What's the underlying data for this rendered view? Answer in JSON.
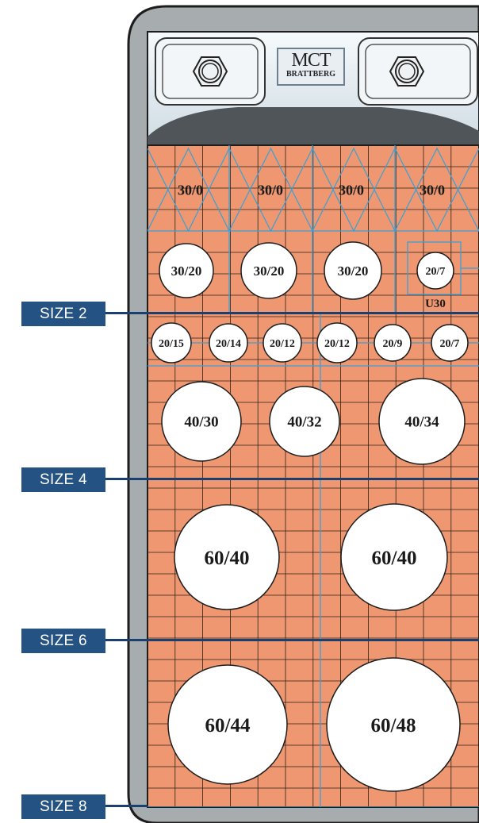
{
  "brand": {
    "name": "MCT",
    "subname": "BRATTBERG"
  },
  "size_labels": [
    "SIZE 2",
    "SIZE 4",
    "SIZE 6",
    "SIZE 8"
  ],
  "rows": [
    {
      "openings": [
        "30/0",
        "30/0",
        "30/0",
        "30/0"
      ]
    },
    {
      "openings": [
        "30/20",
        "30/20",
        "30/20",
        "20/7"
      ],
      "sublabel": "U30"
    },
    {
      "openings": [
        "20/15",
        "20/14",
        "20/12",
        "20/12",
        "20/9",
        "20/7"
      ]
    },
    {
      "openings": [
        "40/30",
        "40/32",
        "40/34"
      ]
    },
    {
      "openings": [
        "60/40",
        "60/40"
      ]
    },
    {
      "openings": [
        "60/44",
        "60/48"
      ]
    }
  ],
  "colors": {
    "background": "#ef9770",
    "grid": "#2d2118",
    "seam": "#3aa0d6",
    "frame": "#a6abae",
    "header": "#e4eef4",
    "label": "#235283"
  }
}
